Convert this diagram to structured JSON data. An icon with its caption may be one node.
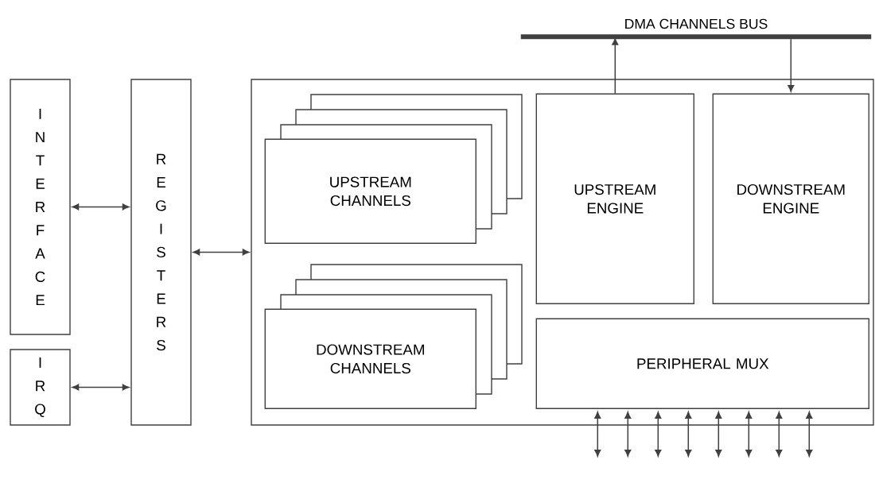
{
  "diagram": {
    "nodes": [
      {
        "text": [
          "INTERFACE"
        ]
      },
      {
        "text": [
          "IRQ"
        ]
      },
      {
        "text": [
          "REGISTERS"
        ]
      },
      {
        "text": [],
        "shape": "box"
      },
      {
        "text": [
          "UPSTREAM CHANNELS"
        ],
        "in": 3
      },
      {
        "text": [
          "DOWNSTREAM CHANNELS"
        ],
        "in": 3
      },
      {
        "text": [
          "UPSTREAM ENGINE"
        ],
        "in": 3
      },
      {
        "text": [
          "DOWNSTREAM ENGINE"
        ],
        "in": 3
      },
      {
        "text": [
          "PERIPHERAL MUX"
        ],
        "in": 3
      },
      {
        "text": [
          "DMA CHANNELS BUS"
        ]
      }
    ],
    "edges": [
      {
        "from": 0,
        "to": 2,
        "arrow": "both"
      },
      {
        "from": 1,
        "to": 2,
        "arrow": "both"
      },
      {
        "from": 2,
        "to": 3,
        "arrow": "both"
      },
      {
        "from": 6,
        "to": 9,
        "arrow": "to"
      },
      {
        "from": 9,
        "to": 7,
        "arrow": "to"
      },
      {
        "from": 8,
        "to": null,
        "arrow": "both"
      },
      {
        "from": 8,
        "to": null,
        "arrow": "both"
      },
      {
        "from": 8,
        "to": null,
        "arrow": "both"
      },
      {
        "from": 8,
        "to": null,
        "arrow": "both"
      },
      {
        "from": 8,
        "to": null,
        "arrow": "both"
      },
      {
        "from": 8,
        "to": null,
        "arrow": "both"
      },
      {
        "from": 8,
        "to": null,
        "arrow": "both"
      },
      {
        "from": 8,
        "to": null,
        "arrow": "both"
      }
    ]
  }
}
